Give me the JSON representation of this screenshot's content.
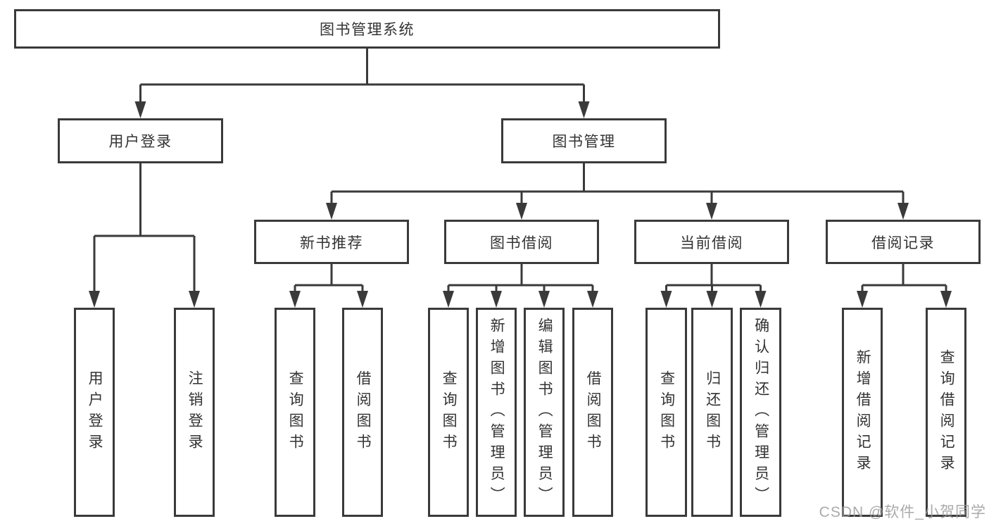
{
  "diagram_title": "图书管理系统",
  "watermark": "CSDN @软件_小贺同学",
  "colors": {
    "line": "#3a3a3a",
    "box_border": "#3a3a3a",
    "text": "#333333",
    "background": "#ffffff",
    "watermark": "#9c9c9c"
  },
  "labels": {
    "root": "图书管理系统",
    "user_login": "用户登录",
    "book_management": "图书管理",
    "new_book_rec": "新书推荐",
    "book_borrow": "图书借阅",
    "current_borrow": "当前借阅",
    "borrow_records": "借阅记录",
    "leaf_user_login": "用户登录",
    "leaf_logout": "注销登录",
    "leaf_query_books_a": "查询图书",
    "leaf_borrow_books_a": "借阅图书",
    "leaf_query_books_b": "查询图书",
    "leaf_add_books": "新增图书（管理员）",
    "leaf_edit_books": "编辑图书（管理员）",
    "leaf_borrow_books_b": "借阅图书",
    "leaf_query_books_c": "查询图书",
    "leaf_return_books": "归还图书",
    "leaf_confirm_return": "确认归还（管理员）",
    "leaf_add_record": "新增借阅记录",
    "leaf_query_record": "查询借阅记录"
  },
  "hierarchy": {
    "root": "图书管理系统",
    "children": [
      {
        "label": "用户登录",
        "children": [
          "用户登录",
          "注销登录"
        ]
      },
      {
        "label": "图书管理",
        "children": [
          {
            "label": "新书推荐",
            "children": [
              "查询图书",
              "借阅图书"
            ]
          },
          {
            "label": "图书借阅",
            "children": [
              "查询图书",
              "新增图书（管理员）",
              "编辑图书（管理员）",
              "借阅图书"
            ]
          },
          {
            "label": "当前借阅",
            "children": [
              "查询图书",
              "归还图书",
              "确认归还（管理员）"
            ]
          },
          {
            "label": "借阅记录",
            "children": [
              "新增借阅记录",
              "查询借阅记录"
            ]
          }
        ]
      }
    ]
  }
}
